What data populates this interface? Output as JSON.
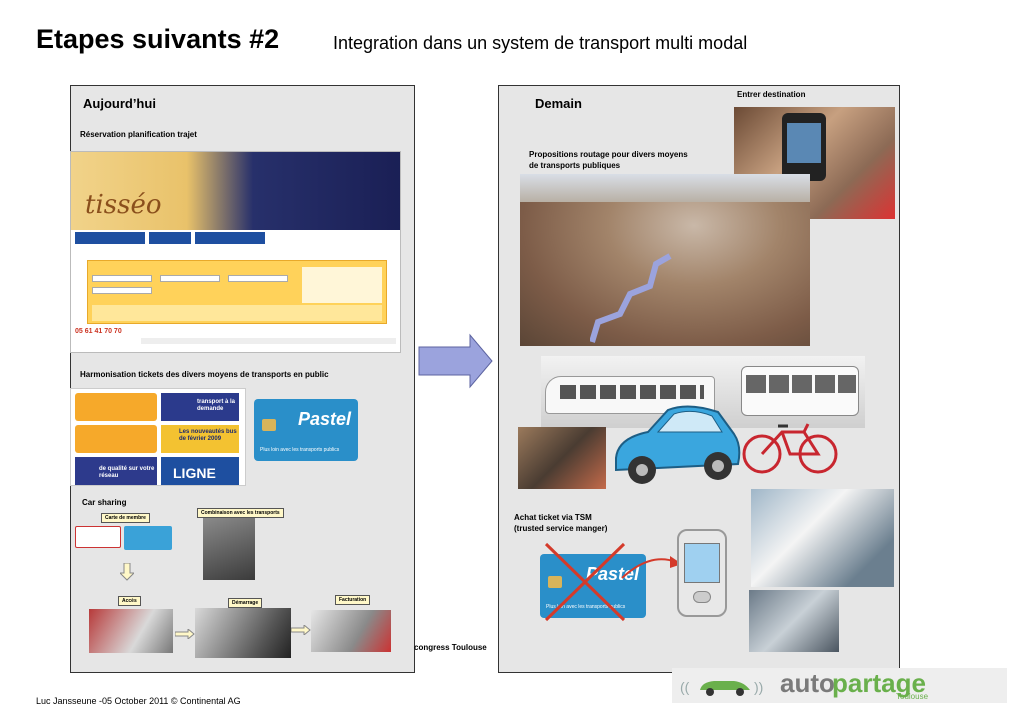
{
  "header": {
    "title": "Etapes suivants #2",
    "subtitle": "Integration dans un system de transport multi modal"
  },
  "today": {
    "heading": "Aujourd’hui",
    "reservation_label": "Réservation planification  trajet",
    "harmonisation_label": "Harmonisation tickets des divers moyens de transports en public",
    "car_sharing_label": "Car sharing",
    "member_card_label": "Carte de membre",
    "combination_label": "Combinaison avec les transports",
    "access_label": "Accès",
    "start_label": "Démarrage",
    "billing_label": "Facturation",
    "tisseo_logo": "tisséo",
    "tisseo_phone": "05 61 41 70 70",
    "tickets": {
      "transport_demand": "transport à la demande",
      "new_buses": "Les nouveautés bus de février 2009",
      "online": "LIGNE",
      "quality": "de qualité sur votre réseau",
      "pastel_card": "Pastel",
      "pastel_tagline": "Plus loin avec les transports publics"
    }
  },
  "tomorrow": {
    "heading": "Demain",
    "destination_label": "Entrer destination",
    "routing_label_line1": "Propositions routage  pour  divers moyens",
    "routing_label_line2": "de transports  publiques",
    "tsm_label_line1": "Achat ticket via TSM",
    "tsm_label_line2": "(trusted service manger)",
    "pastel_card": "Pastel",
    "pastel_tagline": "Plus loin avec les transports publics"
  },
  "congress_text": "congress Toulouse",
  "footer_text": "Luc Jansseune -05 October 2011 © Continental AG",
  "logo": {
    "part1": "auto",
    "part2": "partage",
    "city": "Toulouse"
  },
  "colors": {
    "pastel_blue": "#2a8fc9",
    "arrow_fill": "#9ba3dd",
    "logo_green": "#6ab04c",
    "tisseo_blue": "#1e2a6e",
    "tisseo_yellow": "#ffd25a",
    "cross_red": "#d43a2a"
  }
}
